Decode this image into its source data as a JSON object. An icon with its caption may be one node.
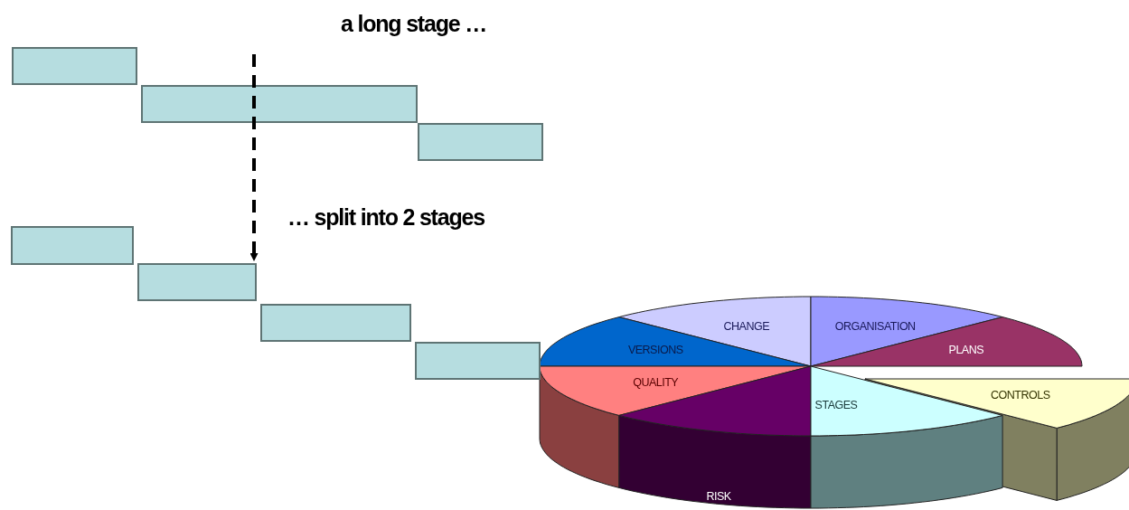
{
  "diagram": {
    "nodes": [
      {
        "text": [],
        "shape": "bar"
      },
      {
        "text": [],
        "shape": "bar"
      },
      {
        "text": [],
        "shape": "bar"
      },
      {
        "text": [],
        "shape": "bar"
      },
      {
        "text": [],
        "shape": "bar"
      },
      {
        "text": [],
        "shape": "bar"
      },
      {
        "text": [],
        "shape": "bar"
      },
      {
        "text": [
          "CHANGE"
        ]
      },
      {
        "text": [
          "ORGANISATION"
        ]
      },
      {
        "text": [
          "PLANS"
        ]
      },
      {
        "text": [
          "CONTROLS"
        ]
      },
      {
        "text": [
          "STAGES"
        ]
      },
      {
        "text": [
          "RISK"
        ]
      },
      {
        "text": [
          "QUALITY"
        ]
      },
      {
        "text": [
          "VERSIONS"
        ]
      }
    ],
    "edges": [
      {
        "from": 1,
        "to": 4,
        "arrow": "to",
        "style": "dashed"
      }
    ],
    "labels": [
      "a long stage …",
      "… split into 2 stages"
    ]
  }
}
